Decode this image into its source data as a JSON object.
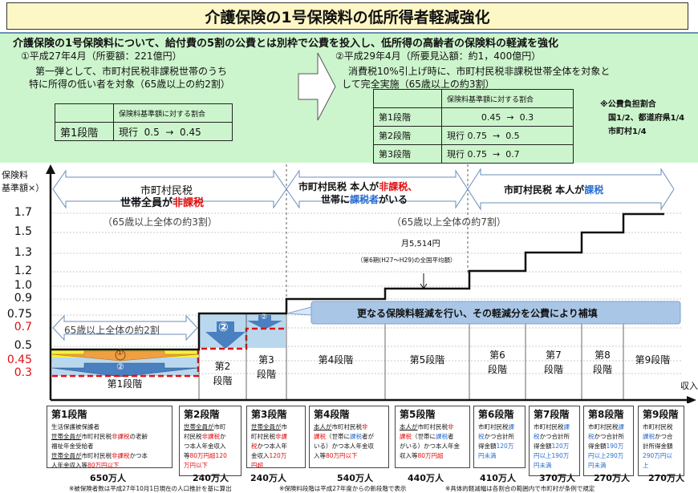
{
  "title": "介護保険の1号保険料の低所得者軽減強化",
  "summary": "介護保険の1号保険料について、給付費の5割の公費とは別枠で公費を投入し、低所得の高齢者の保険料の軽減を強化",
  "phase1": {
    "heading": "①平成27年4月（所要額：221億円）",
    "desc1": "第一弾として、市町村民税非課税世帯のうち",
    "desc2": "特に所得の低い者を対象（65歳以上の約2割）",
    "table": {
      "header": "保険料基準額に対する割合",
      "rows": [
        {
          "stage": "第1段階",
          "value": "現行  0.5  →  0.45"
        }
      ]
    }
  },
  "phase2": {
    "heading": "②平成29年4月（所要見込額：約1，400億円）",
    "desc1": "消費税10%引上げ時に、市町村民税非課税世帯全体を対象と",
    "desc2": "して完全実施（65歳以上の約3割）",
    "table": {
      "header": "保険料基準額に対する割合",
      "rows": [
        {
          "stage": "第1段階",
          "value": "0.45  →  0.3"
        },
        {
          "stage": "第2段階",
          "value": "現行 0.75  →  0.5"
        },
        {
          "stage": "第3段階",
          "value": "現行 0.75  →  0.7"
        }
      ]
    }
  },
  "burden": {
    "title": "※公費負担割合",
    "line1": "国1/2、都道府県1/4",
    "line2": "市町村1/4"
  },
  "chart": {
    "ylabel1": "保険料",
    "ylabel2": "基準額×）",
    "xlabel": "収入",
    "yticks": [
      {
        "v": "1.7",
        "c": "#111"
      },
      {
        "v": "1.5",
        "c": "#111"
      },
      {
        "v": "1.3",
        "c": "#111"
      },
      {
        "v": "1.2",
        "c": "#111"
      },
      {
        "v": "1.0",
        "c": "#111"
      },
      {
        "v": "0.9",
        "c": "#111"
      },
      {
        "v": "0.75",
        "c": "#111"
      },
      {
        "v": "0.7",
        "c": "#e01010"
      },
      {
        "v": "0.5",
        "c": "#111"
      },
      {
        "v": "0.45",
        "c": "#e01010"
      },
      {
        "v": "0.3",
        "c": "#e01010"
      }
    ],
    "band1": {
      "l1": "市町村民税",
      "l2a": "世帯全員が",
      "l2b": "非課税",
      "share": "（65歳以上全体の約3割）"
    },
    "band2": {
      "l1a": "市町村民税  本人が",
      "l1b": "非課税、",
      "l2a": "世帯に",
      "l2b": "課税者",
      "l2c": "がいる",
      "share": "（65歳以上全体の約7割）"
    },
    "band3": {
      "l1a": "市町村民税  本人が",
      "l1b": "課税"
    },
    "share20": "65歳以上全体の約2割",
    "avg": "月5,514円",
    "avg_note": "（第6期(H27～H29)の全国平均額）",
    "banner": "更なる保険料軽減を行い、その軽減分を公費により補填",
    "mark1": "①",
    "mark2": "②",
    "stages": [
      {
        "label": "第1段階",
        "ratio": 0.5
      },
      {
        "label": "第2\n段階",
        "ratio": 0.75
      },
      {
        "label": "第3\n段階",
        "ratio": 0.75
      },
      {
        "label": "第4段階",
        "ratio": 0.9
      },
      {
        "label": "第5段階",
        "ratio": 1.0
      },
      {
        "label": "第6\n段階",
        "ratio": 1.2
      },
      {
        "label": "第7\n段階",
        "ratio": 1.3
      },
      {
        "label": "第8\n段階",
        "ratio": 1.5
      },
      {
        "label": "第9段階",
        "ratio": 1.7
      }
    ],
    "reduced": [
      {
        "stage": "第1段階",
        "phase1": 0.45,
        "phase2": 0.3
      },
      {
        "stage": "第2段階",
        "phase2": 0.5
      },
      {
        "stage": "第3段階",
        "phase2": 0.7
      }
    ]
  },
  "boxes": [
    {
      "title": "第1段階",
      "count": "650万人",
      "lines": [
        [
          {
            "t": "生活保護被保護者"
          }
        ],
        [
          {
            "t": "世帯全員が",
            "u": 1
          },
          {
            "t": "市町村民税"
          },
          {
            "t": "非課税",
            "c": "red"
          },
          {
            "t": "の老齢"
          }
        ],
        [
          {
            "t": "福祉年金受給者"
          }
        ],
        [
          {
            "t": "世帯全員が",
            "u": 1
          },
          {
            "t": "市町村民税"
          },
          {
            "t": "非課税",
            "c": "red"
          },
          {
            "t": "かつ本"
          }
        ],
        [
          {
            "t": "人年金収入等"
          },
          {
            "t": "80万円以下",
            "c": "red"
          }
        ]
      ]
    },
    {
      "title": "第2段階",
      "count": "240万人",
      "lines": [
        [
          {
            "t": "世帯全員が",
            "u": 1
          },
          {
            "t": "市町"
          }
        ],
        [
          {
            "t": "村民税"
          },
          {
            "t": "非課税",
            "c": "red"
          },
          {
            "t": "か"
          }
        ],
        [
          {
            "t": "つ本人年金収入"
          }
        ],
        [
          {
            "t": "等"
          },
          {
            "t": "80万円超120",
            "c": "red"
          }
        ],
        [
          {
            "t": "万円以下",
            "c": "red"
          }
        ]
      ]
    },
    {
      "title": "第3段階",
      "count": "240万人",
      "lines": [
        [
          {
            "t": "世帯全員が",
            "u": 1
          },
          {
            "t": "市"
          }
        ],
        [
          {
            "t": "町村民税"
          },
          {
            "t": "非課",
            "c": "red"
          }
        ],
        [
          {
            "t": "税",
            "c": "red"
          },
          {
            "t": "かつ本人年"
          }
        ],
        [
          {
            "t": "金収入"
          },
          {
            "t": "120万",
            "c": "red"
          }
        ],
        [
          {
            "t": "円超",
            "c": "red"
          }
        ]
      ]
    },
    {
      "title": "第4段階",
      "count": "540万人",
      "lines": [
        [
          {
            "t": "本人が",
            "u": 1
          },
          {
            "t": "市町村民税"
          },
          {
            "t": "非",
            "c": "red"
          }
        ],
        [
          {
            "t": "課税",
            "c": "red"
          },
          {
            "t": "（世帯に"
          },
          {
            "t": "課税",
            "c": "blue"
          },
          {
            "t": "者が"
          }
        ],
        [
          {
            "t": "いる）かつ本人年金収"
          }
        ],
        [
          {
            "t": "入等"
          },
          {
            "t": "80万円以下",
            "c": "red"
          }
        ]
      ]
    },
    {
      "title": "第5段階",
      "count": "440万人",
      "lines": [
        [
          {
            "t": "本人が",
            "u": 1
          },
          {
            "t": "市町村民税"
          },
          {
            "t": "非",
            "c": "red"
          }
        ],
        [
          {
            "t": "課税",
            "c": "red"
          },
          {
            "t": "（世帯に"
          },
          {
            "t": "課税",
            "c": "blue"
          },
          {
            "t": "者"
          }
        ],
        [
          {
            "t": "がいる）かつ本人年金"
          }
        ],
        [
          {
            "t": "収入等"
          },
          {
            "t": "80万円超",
            "c": "red"
          }
        ]
      ]
    },
    {
      "title": "第6段階",
      "count": "410万人",
      "lines": [
        [
          {
            "t": "市町村民税"
          },
          {
            "t": "課",
            "c": "blue"
          }
        ],
        [
          {
            "t": "税",
            "c": "blue"
          },
          {
            "t": "かつ合計所"
          }
        ],
        [
          {
            "t": "得金額"
          },
          {
            "t": "120万",
            "c": "blue"
          }
        ],
        [
          {
            "t": "円未満",
            "c": "blue"
          }
        ]
      ]
    },
    {
      "title": "第7段階",
      "count": "370万人",
      "lines": [
        [
          {
            "t": "市町村民税"
          },
          {
            "t": "課",
            "c": "blue"
          }
        ],
        [
          {
            "t": "税",
            "c": "blue"
          },
          {
            "t": "かつ合計所"
          }
        ],
        [
          {
            "t": "得金額"
          },
          {
            "t": "120万",
            "c": "blue"
          }
        ],
        [
          {
            "t": "円以上190万",
            "c": "blue"
          }
        ],
        [
          {
            "t": "円未満",
            "c": "blue"
          }
        ]
      ]
    },
    {
      "title": "第8段階",
      "count": "270万人",
      "lines": [
        [
          {
            "t": "市町村民税"
          },
          {
            "t": "課",
            "c": "blue"
          }
        ],
        [
          {
            "t": "税",
            "c": "blue"
          },
          {
            "t": "かつ合計所"
          }
        ],
        [
          {
            "t": "得金額"
          },
          {
            "t": "190万",
            "c": "blue"
          }
        ],
        [
          {
            "t": "円以上290万",
            "c": "blue"
          }
        ],
        [
          {
            "t": "円未満",
            "c": "blue"
          }
        ]
      ]
    },
    {
      "title": "第9段階",
      "count": "270万人",
      "lines": [
        [
          {
            "t": "市町村民税"
          }
        ],
        [
          {
            "t": "課税",
            "c": "blue"
          },
          {
            "t": "かつ合"
          }
        ],
        [
          {
            "t": "計所得金額"
          }
        ],
        [
          {
            "t": "290万円以",
            "c": "blue"
          }
        ],
        [
          {
            "t": "上",
            "c": "blue"
          }
        ]
      ]
    }
  ],
  "footnotes": [
    "※被保険者数は平成27年10月1日現在の人口推計を基に算出",
    "※保険料段階は平成27年度からの新段階で表示",
    "※具体的軽減幅は各割合の範囲内で市町村が条例で規定"
  ],
  "colors": {
    "red": "#e01010",
    "blue": "#2a6fd0",
    "green_bg": "#cdf5cd",
    "title_bg": "#fdf7c6",
    "orange": "#f0a040",
    "reduction_blue": "#4a7fc0"
  }
}
